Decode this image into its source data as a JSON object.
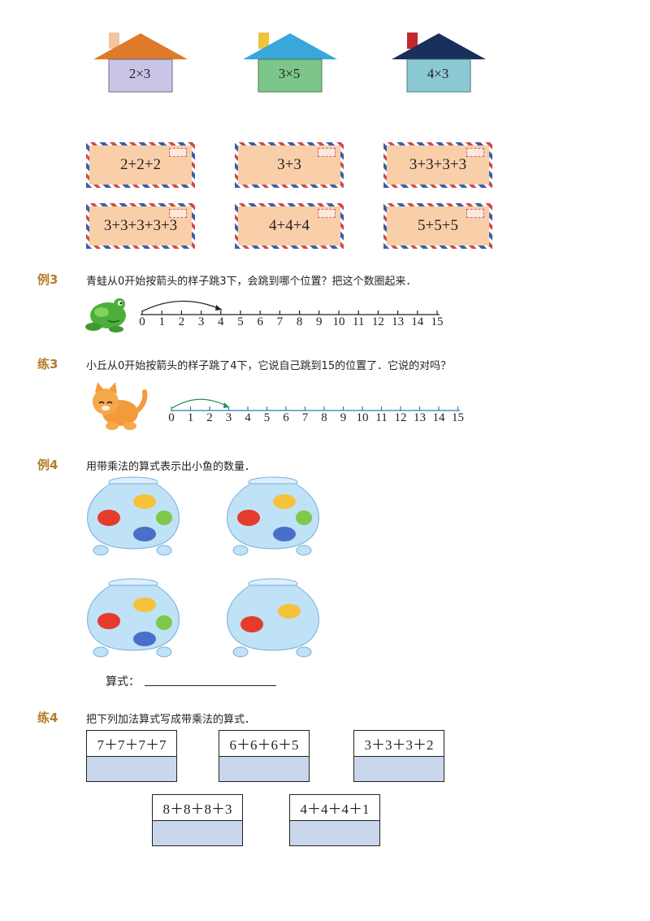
{
  "houses": [
    {
      "expr": "2×3",
      "roof": "#e07a2a",
      "chimney": "#f3c6a3",
      "wall": "#c9c5e6"
    },
    {
      "expr": "3×5",
      "roof": "#3aa7dc",
      "chimney": "#f1c33b",
      "wall": "#7cc68a"
    },
    {
      "expr": "4×3",
      "roof": "#1a2f5a",
      "chimney": "#c3282f",
      "wall": "#8bc9d3"
    }
  ],
  "envelopes": [
    "2+2+2",
    "3+3",
    "3+3+3+3",
    "3+3+3+3+3",
    "4+4+4",
    "5+5+5"
  ],
  "example3": {
    "tag": "例3",
    "text": "青蛙从0开始按箭头的样子跳3下，会跳到哪个位置？把这个数圈起来．"
  },
  "practice3": {
    "tag": "练3",
    "text": "小丘从0开始按箭头的样子跳了4下，它说自己跳到15的位置了．它说的对吗？"
  },
  "numberline": [
    "0",
    "1",
    "2",
    "3",
    "4",
    "5",
    "6",
    "7",
    "8",
    "9",
    "10",
    "11",
    "12",
    "13",
    "14",
    "15"
  ],
  "example4": {
    "tag": "例4",
    "text": "用带乘法的算式表示出小鱼的数量．",
    "formula_label": "算式："
  },
  "practice4": {
    "tag": "练4",
    "text": "把下列加法算式写成带乘法的算式．",
    "boxes": [
      "7＋7＋7＋7",
      "6＋6＋6＋5",
      "3＋3＋3＋2",
      "8＋8＋8＋3",
      "4＋4＋4＋1"
    ]
  }
}
